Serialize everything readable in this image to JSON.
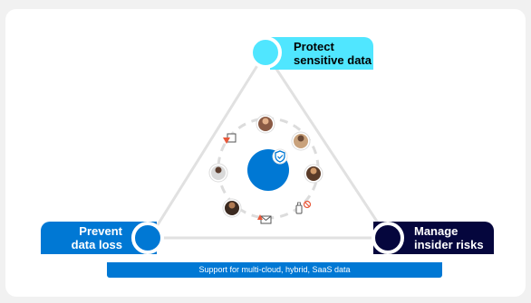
{
  "labels": {
    "protect_line1": "Protect",
    "protect_line2": "sensitive data",
    "prevent_line1": "Prevent",
    "prevent_line2": "data loss",
    "manage_line1": "Manage",
    "manage_line2": "insider risks"
  },
  "support": {
    "text": "Support for multi-cloud,   hybrid,  SaaS data"
  },
  "colors": {
    "protect": "#50e6ff",
    "prevent": "#0078d4",
    "manage": "#05063d",
    "center": "#0078d4",
    "triangle": "#e1e1e1"
  },
  "icons": [
    "person-avatar-icon",
    "alert-document-icon",
    "shield-check-icon",
    "mail-alert-icon",
    "usb-drive-icon",
    "block-icon"
  ]
}
